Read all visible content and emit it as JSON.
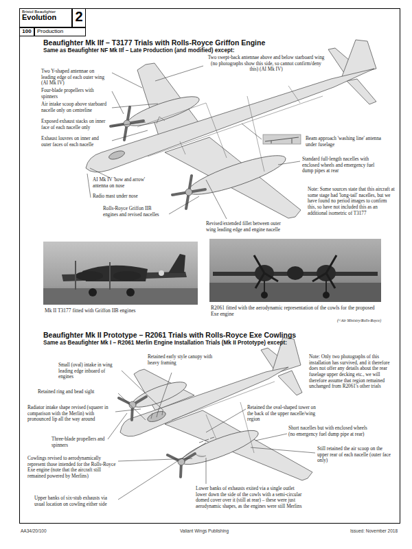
{
  "diagram": {
    "nodes": [
      {
        "text": [
          "Bristol Beaufighter",
          "Evolution"
        ]
      },
      {
        "text": [
          "2"
        ]
      },
      {
        "text": [
          "100"
        ]
      },
      {
        "text": [
          "Production"
        ]
      }
    ],
    "labels": [
      "Beaufighter Mk IIf – T3177 Trials with Rolls-Royce Griffon Engine",
      "Same as Beaufighter NF Mk IIf – Late Production (and modified) except:",
      "Two swept-back antennae above and below starboard wing (no photographs show this side, so cannot confirm/deny this) (AI Mk IV)",
      "Two Y-shaped antennae on leading edge of each outer wing (AI Mk IV)",
      "Four-blade propellers with spinners",
      "Air intake scoop above starboard nacelle only on centreline",
      "Exposed exhaust stacks on inner face of each nacelle only",
      "Exhaust louvres on inner and outer faces of each nacelle",
      "AI Mk IV 'bow and arrow' antenna on nose",
      "Radio mast under nose",
      "Rolls-Royce Griffon IIB engines and revised nacelles",
      "Revised/extended fillet between outer wing leading edge and engine nacelle",
      "Beam approach 'washing line' antenna under fuselage",
      "Standard full-length nacelles with enclosed wheels and emergency fuel dump pipes at rear",
      "Note: Some sources state that this aircraft at some stage had 'long-tail' nacelles, but we have found no period images to confirm this, so have not included this as an additional isometric of T3177",
      "Mk II T3177 fitted with Griffon IIB engines",
      "R2061 fitted with the aerodynamic representation of the cowls for the proposed Exe engine",
      "(©Air Ministry/Rolls-Royce)",
      "Beaufighter Mk II Prototype – R2061 Trials with Rolls-Royce Exe Cowlings",
      "Same as Beaufighter Mk I – R2061 Merlin Engine Installation Trials (Mk II Prototype) except:",
      "Small (oval) intake in wing leading edge inboard of engines",
      "Retained early style canopy with heavy framing",
      "Retained ring and bead sight",
      "Radiator intake shape revised (squarer in comparison with the Merlin) with pronounced lip all the way around",
      "Three-blade propellers and spinners",
      "Cowlings revised to aerodynamically represent those intended for the Rolls-Royce Exe engine (note that the aircraft still remained powered by Merlins)",
      "Upper banks of six-stub exhausts via usual location on cowling either side",
      "Lower banks of exhausts exited via a single outlet lower down the side of the cowls with a semi-circular domed cover over it (still at rear) – these were just aerodynamic shapes, as the engines were still Merlins",
      "Retained the oval-shaped tower on the back of the upper nacelle/wing region",
      "Short nacelles but with enclosed wheels (no emergency fuel dump pipe at rear)",
      "Still retained the air scoop on the upper rear of each nacelle (outer face only)",
      "Note: Only two photographs of this installation has survived, and it therefore does not offer any details about the rear fuselage upper decking etc., we will therefore assume that region remained unchanged from R2061's other trials",
      "AA34/20/100",
      "Valiant Wings Publishing",
      "Issued: November 2018"
    ]
  }
}
